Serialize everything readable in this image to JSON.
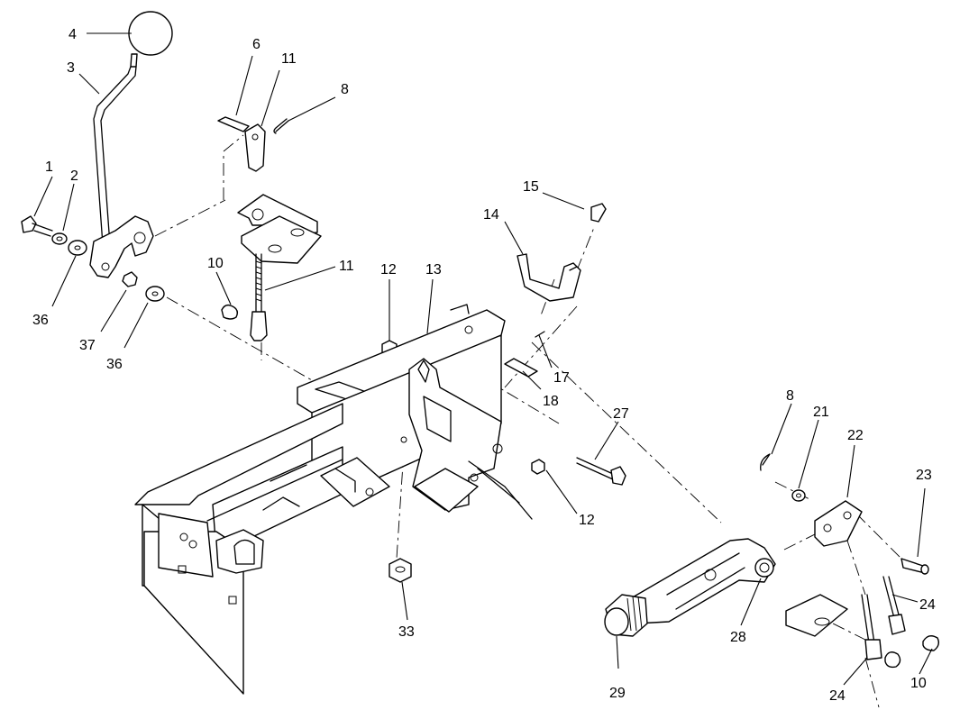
{
  "callouts": [
    {
      "id": "c1",
      "label": "1"
    },
    {
      "id": "c2",
      "label": "2"
    },
    {
      "id": "c3",
      "label": "3"
    },
    {
      "id": "c4",
      "label": "4"
    },
    {
      "id": "c6",
      "label": "6"
    },
    {
      "id": "c8a",
      "label": "8"
    },
    {
      "id": "c8b",
      "label": "8"
    },
    {
      "id": "c10a",
      "label": "10"
    },
    {
      "id": "c10b",
      "label": "10"
    },
    {
      "id": "c11a",
      "label": "11"
    },
    {
      "id": "c11b",
      "label": "11"
    },
    {
      "id": "c12a",
      "label": "12"
    },
    {
      "id": "c12b",
      "label": "12"
    },
    {
      "id": "c13",
      "label": "13"
    },
    {
      "id": "c14",
      "label": "14"
    },
    {
      "id": "c15",
      "label": "15"
    },
    {
      "id": "c17",
      "label": "17"
    },
    {
      "id": "c18",
      "label": "18"
    },
    {
      "id": "c21",
      "label": "21"
    },
    {
      "id": "c22",
      "label": "22"
    },
    {
      "id": "c23",
      "label": "23"
    },
    {
      "id": "c24a",
      "label": "24"
    },
    {
      "id": "c24b",
      "label": "24"
    },
    {
      "id": "c27",
      "label": "27"
    },
    {
      "id": "c28",
      "label": "28"
    },
    {
      "id": "c29",
      "label": "29"
    },
    {
      "id": "c33",
      "label": "33"
    },
    {
      "id": "c36a",
      "label": "36"
    },
    {
      "id": "c36b",
      "label": "36"
    },
    {
      "id": "c37",
      "label": "37"
    }
  ]
}
